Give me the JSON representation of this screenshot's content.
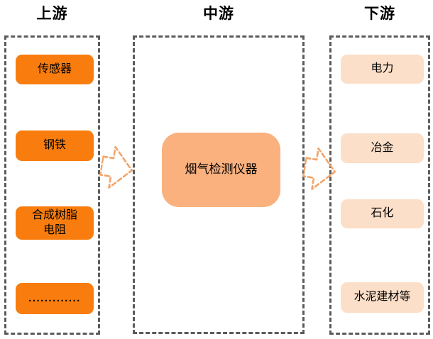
{
  "diagram": {
    "title_upstream": "上游",
    "title_midstream": "中游",
    "title_downstream": "下游",
    "upstream": {
      "items": [
        {
          "label": "传感器"
        },
        {
          "label": "钢铁"
        },
        {
          "label": "合成树脂\n电阻"
        },
        {
          "label": "............."
        }
      ]
    },
    "midstream": {
      "items": [
        {
          "label": "烟气检测仪器"
        }
      ]
    },
    "downstream": {
      "items": [
        {
          "label": "电力"
        },
        {
          "label": "冶金"
        },
        {
          "label": "石化"
        },
        {
          "label": "水泥建材等"
        }
      ]
    },
    "colors": {
      "upstream_node": "#f87d0e",
      "midstream_node": "#fbb17e",
      "downstream_node": "#fcdfc8",
      "arrow_stroke": "#f2a469",
      "frame_border": "#5b5b5b",
      "text": "#000000"
    }
  }
}
